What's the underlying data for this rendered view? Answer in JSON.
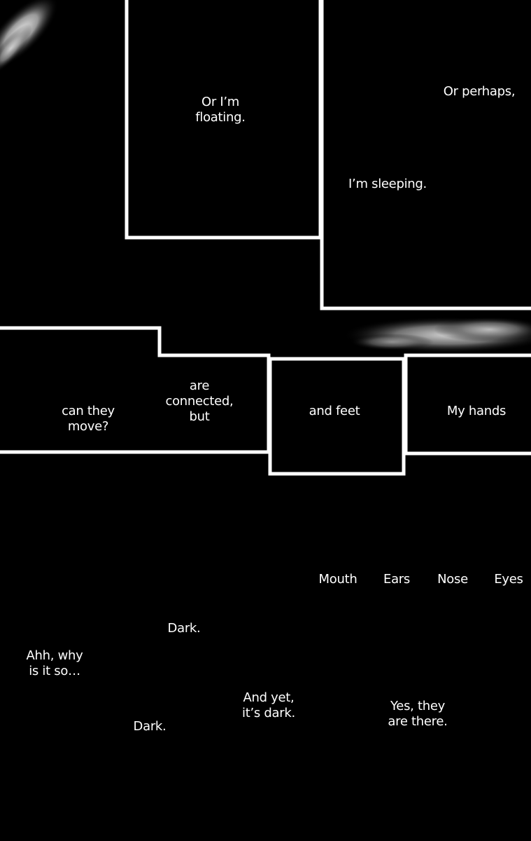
{
  "captions": {
    "floating": [
      "Or I’m",
      "floating."
    ],
    "perhaps": "Or perhaps,",
    "sleeping": "I’m sleeping.",
    "can_they_move": [
      "can they",
      "move?"
    ],
    "are_connected": [
      "are",
      "connected,",
      "but"
    ],
    "and_feet": "and feet",
    "my_hands": "My hands",
    "mouth": "Mouth",
    "ears": "Ears",
    "nose": "Nose",
    "eyes": "Eyes",
    "dark_1": "Dark.",
    "ahh_why": [
      "Ahh, why",
      "is it so…"
    ],
    "and_yet": [
      "And yet,",
      "it’s dark."
    ],
    "yes_they": [
      "Yes, they",
      "are there."
    ],
    "dark_2": "Dark."
  },
  "colors": {
    "background": "#000000",
    "panel_border": "#ffffff",
    "text": "#ffffff"
  }
}
